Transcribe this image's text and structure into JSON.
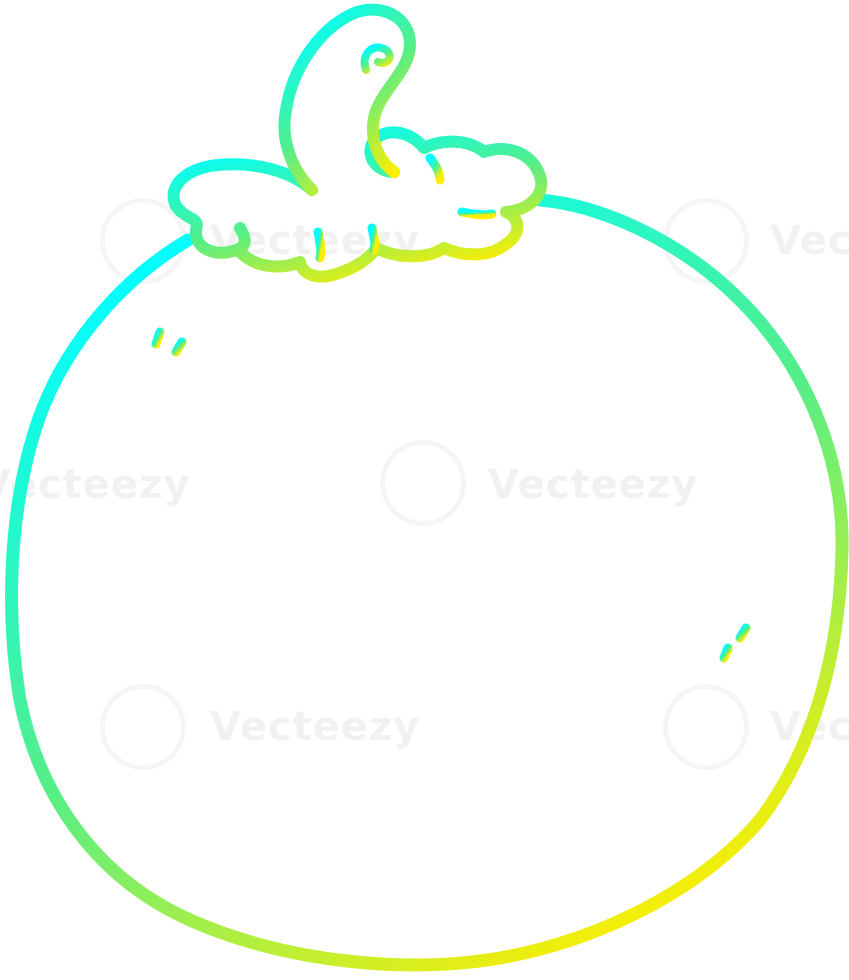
{
  "illustration": {
    "subject": "tomato",
    "style": "cartoon line art",
    "stroke_gradient": {
      "start": "#00ffff",
      "end": "#ffee00"
    }
  },
  "watermark": {
    "text": "Vecteezy"
  }
}
